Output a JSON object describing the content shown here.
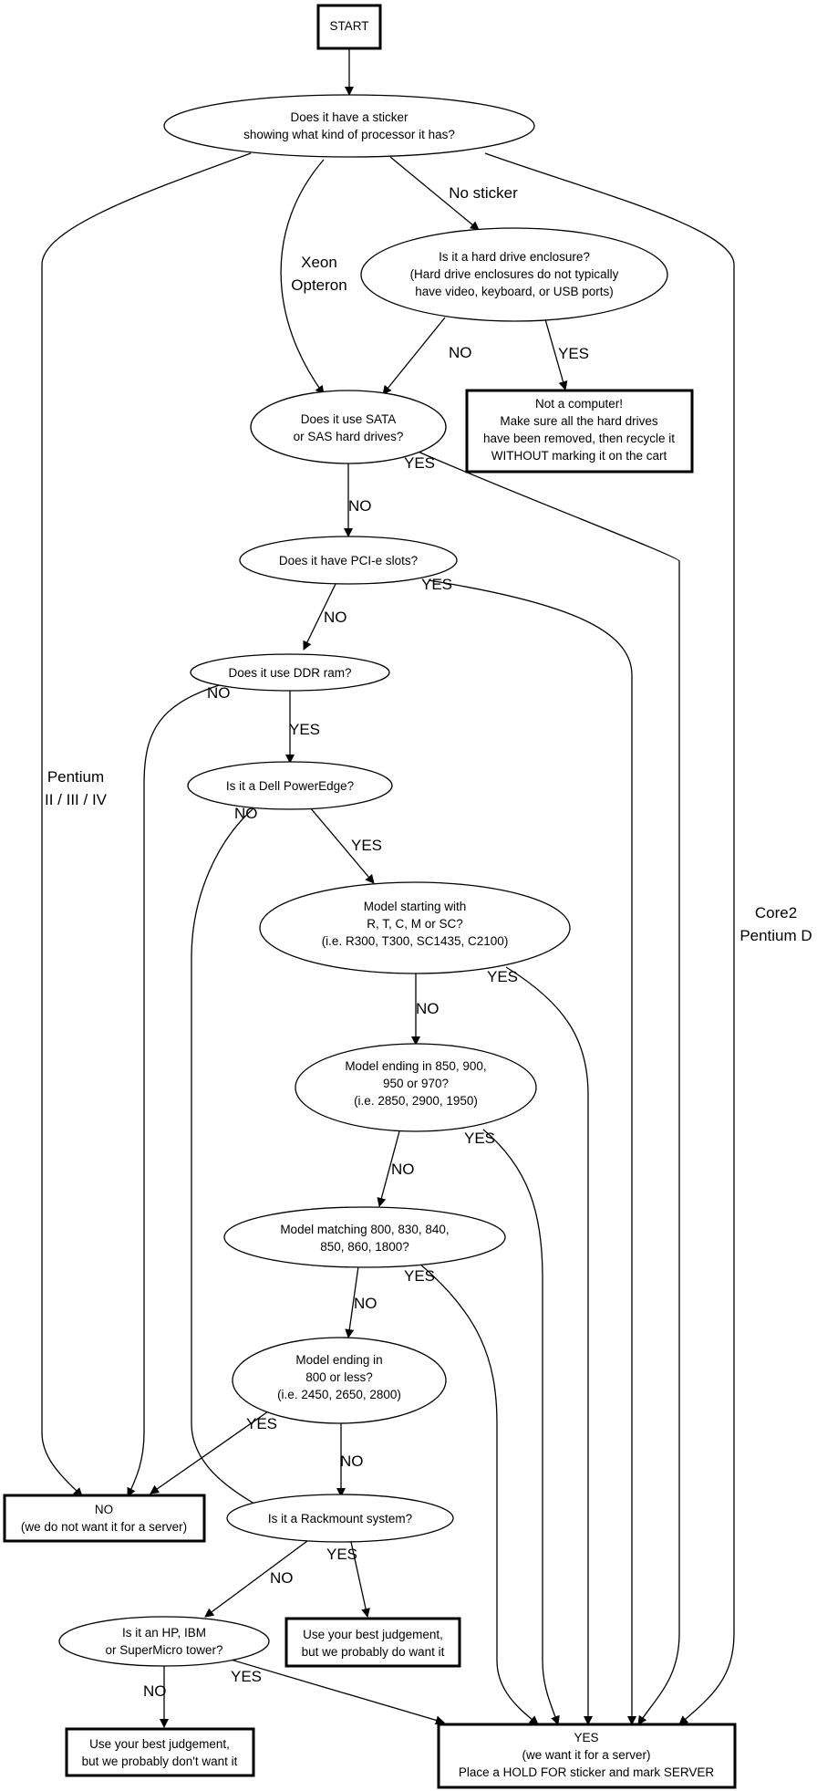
{
  "nodes": {
    "start": [
      "START"
    ],
    "sticker": [
      "Does it have a sticker",
      "showing what kind of processor it has?"
    ],
    "enclosure": [
      "Is it a hard drive enclosure?",
      "(Hard drive enclosures do not typically",
      "have video, keyboard, or USB ports)"
    ],
    "not_computer": [
      "Not a computer!",
      "Make sure all the hard drives",
      "have been removed, then recycle it",
      "WITHOUT marking it on the cart"
    ],
    "sata": [
      "Does it use SATA",
      "or SAS hard drives?"
    ],
    "pcie": [
      "Does it have PCI-e slots?"
    ],
    "ddr": [
      "Does it use DDR ram?"
    ],
    "poweredge": [
      "Is it a Dell PowerEdge?"
    ],
    "model_start": [
      "Model starting with",
      "R, T, C, M or SC?",
      "(i.e. R300, T300, SC1435, C2100)"
    ],
    "model_850": [
      "Model ending in 850, 900,",
      "950 or 970?",
      "(i.e. 2850, 2900, 1950)"
    ],
    "model_800": [
      "Model matching 800, 830, 840,",
      "850, 860, 1800?"
    ],
    "model_less": [
      "Model ending in",
      "800 or less?",
      "(i.e. 2450, 2650, 2800)"
    ],
    "no_server": [
      "NO",
      "(we do not want it for a server)"
    ],
    "rackmount": [
      "Is it a Rackmount system?"
    ],
    "tower": [
      "Is it an HP, IBM",
      "or SuperMicro tower?"
    ],
    "judge_do": [
      "Use your best judgement,",
      "but we probably do want it"
    ],
    "judge_dont": [
      "Use your best judgement,",
      "but we probably don't want it"
    ],
    "yes_server": [
      "YES",
      "(we want it for a server)",
      "Place a HOLD FOR sticker and mark SERVER"
    ]
  },
  "edge_labels": {
    "no_sticker": [
      "No sticker"
    ],
    "xeon": [
      "Xeon",
      "Opteron"
    ],
    "pentium": [
      "Pentium",
      "II / III / IV"
    ],
    "core2": [
      "Core2",
      "Pentium D"
    ],
    "enc_no": [
      "NO"
    ],
    "enc_yes": [
      "YES"
    ],
    "sata_no": [
      "NO"
    ],
    "sata_yes": [
      "YES"
    ],
    "pcie_no": [
      "NO"
    ],
    "pcie_yes": [
      "YES"
    ],
    "ddr_no": [
      "NO"
    ],
    "ddr_yes": [
      "YES"
    ],
    "pe_no": [
      "NO"
    ],
    "pe_yes": [
      "YES"
    ],
    "ms_no": [
      "NO"
    ],
    "ms_yes": [
      "YES"
    ],
    "m850_no": [
      "NO"
    ],
    "m850_yes": [
      "YES"
    ],
    "m800_no": [
      "NO"
    ],
    "m800_yes": [
      "YES"
    ],
    "ml_yes": [
      "YES"
    ],
    "ml_no": [
      "NO"
    ],
    "rack_no": [
      "NO"
    ],
    "rack_yes": [
      "YES"
    ],
    "tower_no": [
      "NO"
    ],
    "tower_yes": [
      "YES"
    ]
  }
}
